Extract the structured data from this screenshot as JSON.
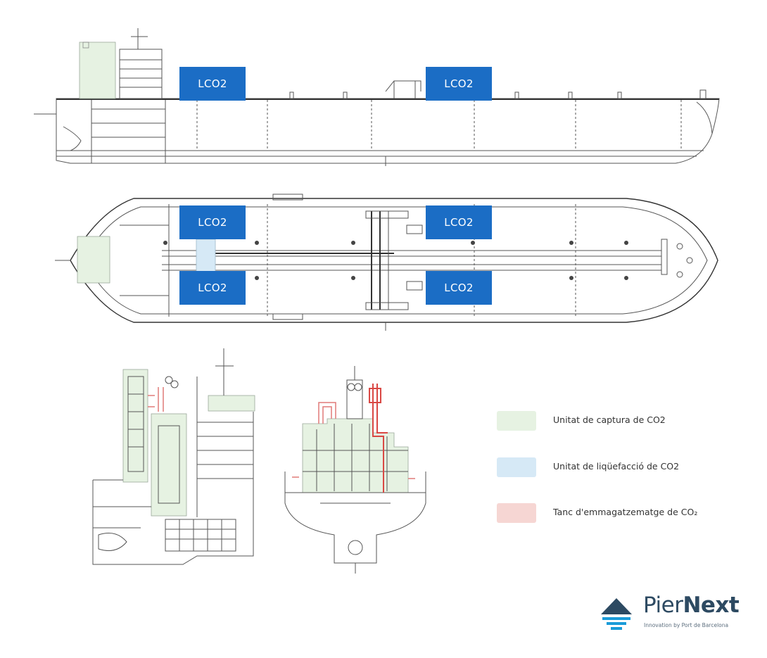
{
  "tank_label": "LCO2",
  "legend": {
    "items": [
      {
        "label": "Unitat de captura de CO2",
        "color": "#e6f2e2"
      },
      {
        "label": "Unitat de liqüefacció de CO2",
        "color": "#d6e9f6"
      },
      {
        "label": "Tanc d'emmagatzematge de CO₂",
        "color": "#f6d6d3"
      }
    ]
  },
  "logo": {
    "name_light": "Pier",
    "name_bold": "Next",
    "tagline": "Innovation by Port de Barcelona"
  }
}
